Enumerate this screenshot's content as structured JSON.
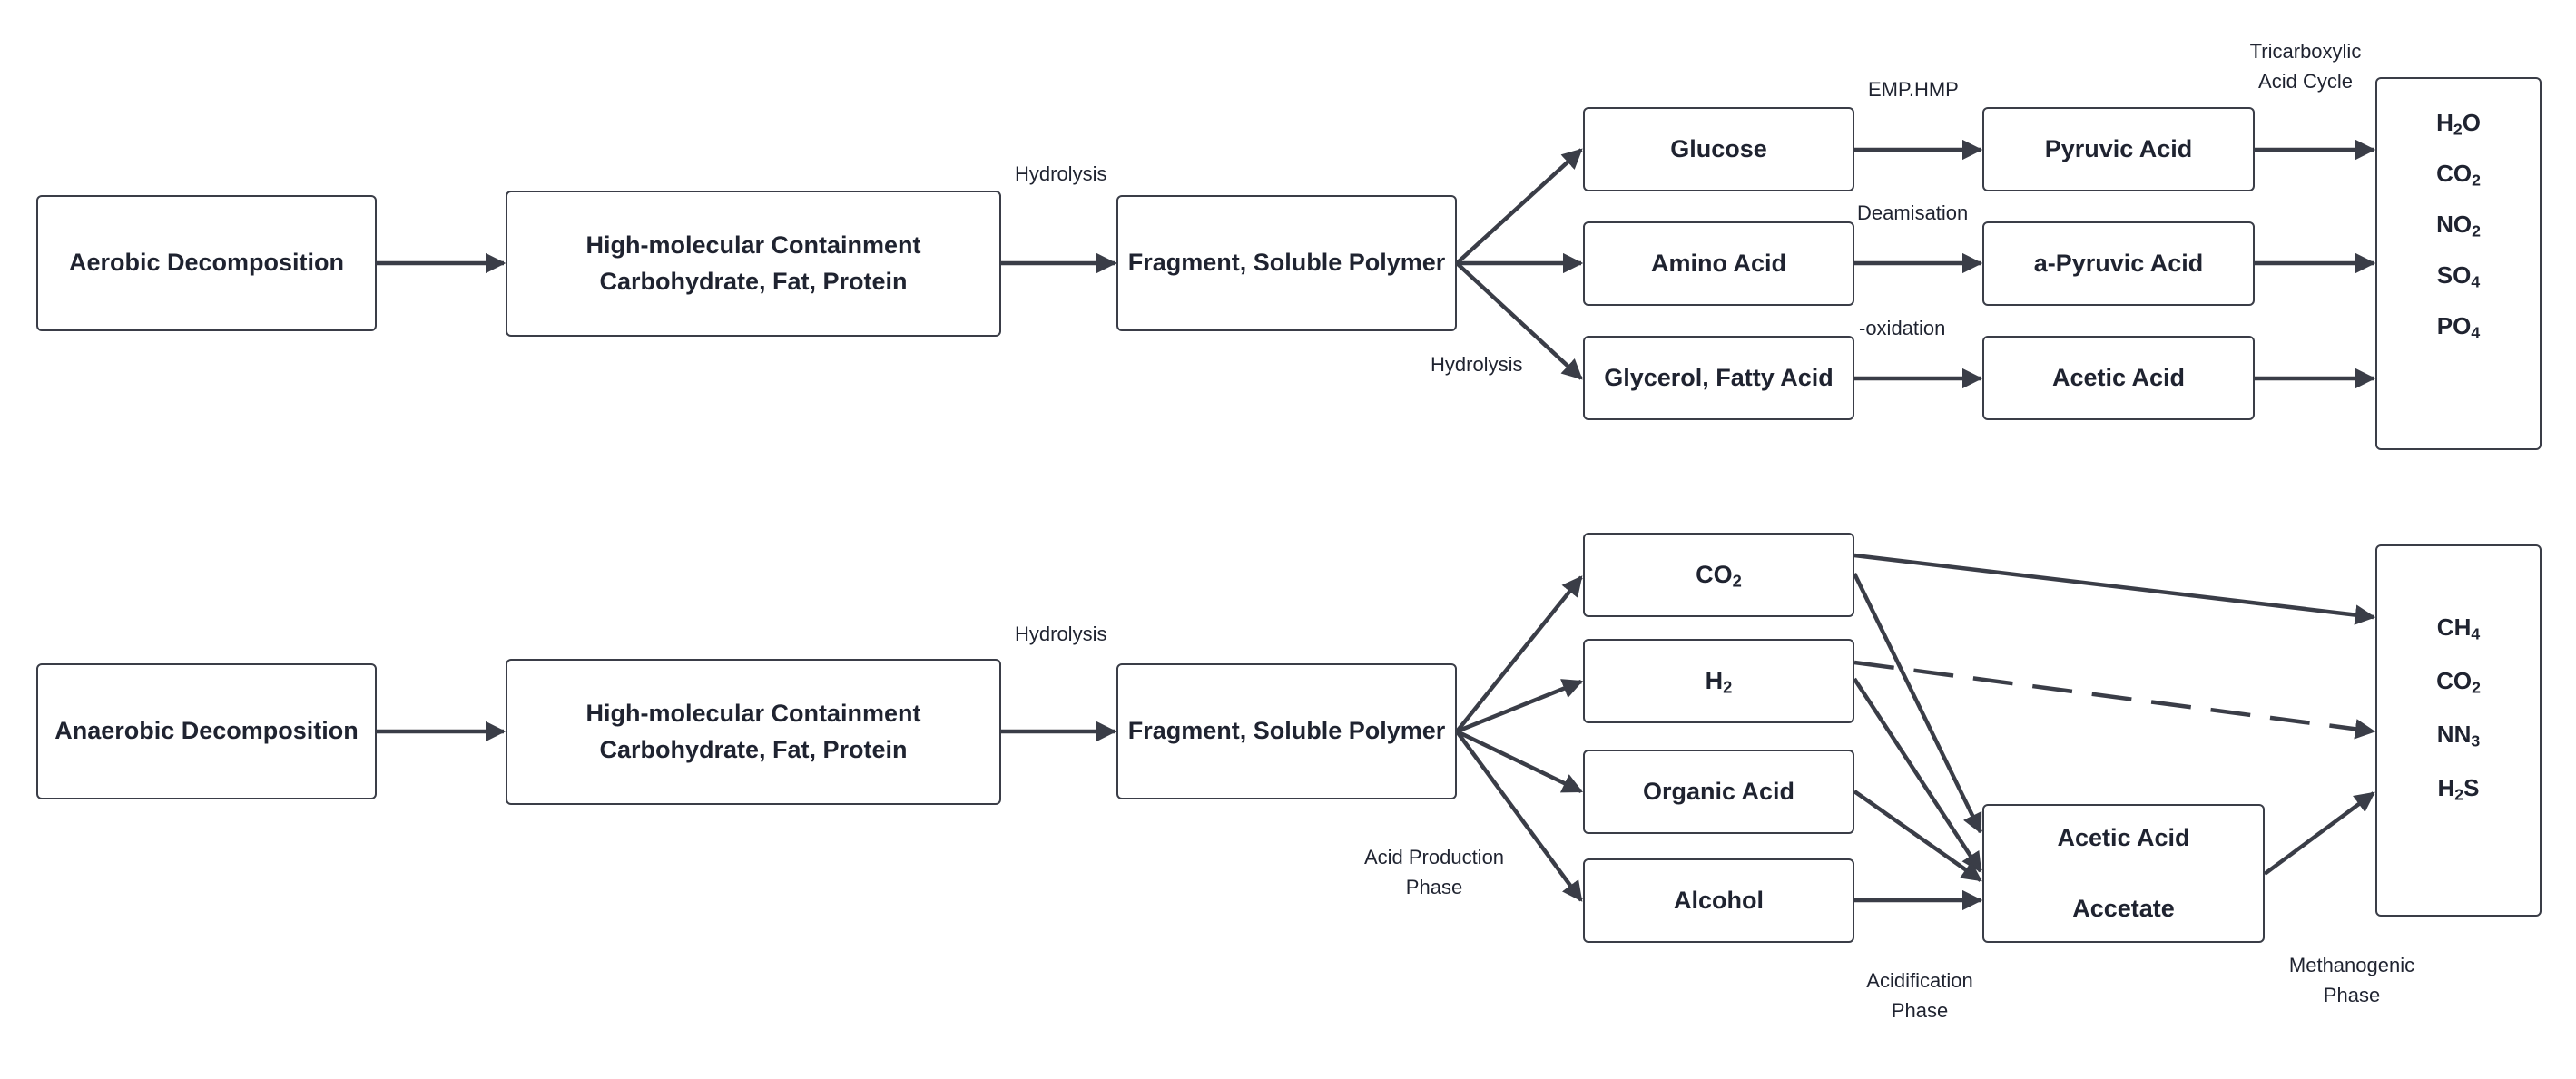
{
  "aerobic": {
    "start": "Aerobic Decomposition",
    "containment_line1": "High-molecular Containment",
    "containment_line2": "Carbohydrate, Fat, Protein",
    "hydrolysis": "Hydrolysis",
    "fragment": "Fragment, Soluble Polymer",
    "hydrolysis_lower": "Hydrolysis",
    "glucose": "Glucose",
    "amino_acid": "Amino Acid",
    "glycerol": "Glycerol, Fatty Acid",
    "emp_hmp": "EMP.HMP",
    "deamisation": "Deamisation",
    "oxidation": "-oxidation",
    "pyruvic": "Pyruvic Acid",
    "a_pyruvic": "a-Pyruvic Acid",
    "acetic": "Acetic Acid",
    "tca_line1": "Tricarboxylic",
    "tca_line2": "Acid Cycle",
    "products": [
      {
        "base": "H",
        "sub": "2",
        "tail": "O"
      },
      {
        "base": "CO",
        "sub": "2",
        "tail": ""
      },
      {
        "base": "NO",
        "sub": "2",
        "tail": ""
      },
      {
        "base": "SO",
        "sub": "4",
        "tail": ""
      },
      {
        "base": "PO",
        "sub": "4",
        "tail": ""
      }
    ]
  },
  "anaerobic": {
    "start": "Anaerobic Decomposition",
    "containment_line1": "High-molecular Containment",
    "containment_line2": "Carbohydrate, Fat, Protein",
    "hydrolysis": "Hydrolysis",
    "fragment": "Fragment, Soluble Polymer",
    "co2": {
      "base": "CO",
      "sub": "2"
    },
    "h2": {
      "base": "H",
      "sub": "2"
    },
    "organic_acid": "Organic Acid",
    "alcohol": "Alcohol",
    "acid_phase_line1": "Acid Production",
    "acid_phase_line2": "Phase",
    "acetic": "Acetic Acid",
    "accetate": "Accetate",
    "acidification_line1": "Acidification",
    "acidification_line2": "Phase",
    "methanogenic_line1": "Methanogenic",
    "methanogenic_line2": "Phase",
    "products": [
      {
        "base": "CH",
        "sub": "4",
        "tail": ""
      },
      {
        "base": "CO",
        "sub": "2",
        "tail": ""
      },
      {
        "base": "NN",
        "sub": "3",
        "tail": ""
      },
      {
        "base": "H",
        "sub": "2",
        "tail": "S"
      }
    ]
  },
  "colors": {
    "stroke": "#3a3d47",
    "text": "#1f2330"
  }
}
